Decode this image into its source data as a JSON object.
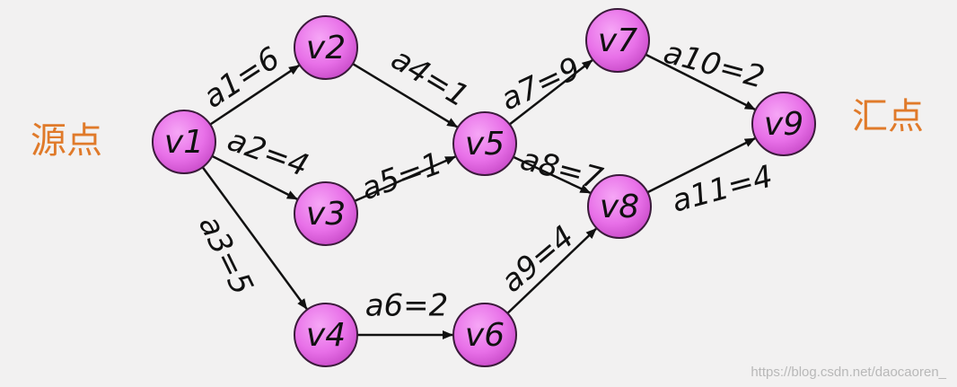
{
  "source_label": "源点",
  "sink_label": "汇点",
  "watermark": "https://blog.csdn.net/daocaoren_",
  "colors": {
    "node_fill": "#e870e8",
    "node_stroke": "#3a1a3a",
    "edge": "#111111",
    "side_label": "#e07a2a",
    "background": "#f2f1f1"
  },
  "nodes": [
    {
      "id": "v1",
      "label": "v1"
    },
    {
      "id": "v2",
      "label": "v2"
    },
    {
      "id": "v3",
      "label": "v3"
    },
    {
      "id": "v4",
      "label": "v4"
    },
    {
      "id": "v5",
      "label": "v5"
    },
    {
      "id": "v6",
      "label": "v6"
    },
    {
      "id": "v7",
      "label": "v7"
    },
    {
      "id": "v8",
      "label": "v8"
    },
    {
      "id": "v9",
      "label": "v9"
    }
  ],
  "edges": [
    {
      "from": "v1",
      "to": "v2",
      "label": "a1=6"
    },
    {
      "from": "v1",
      "to": "v3",
      "label": "a2=4"
    },
    {
      "from": "v1",
      "to": "v4",
      "label": "a3=5"
    },
    {
      "from": "v2",
      "to": "v5",
      "label": "a4=1"
    },
    {
      "from": "v3",
      "to": "v5",
      "label": "a5=1"
    },
    {
      "from": "v4",
      "to": "v6",
      "label": "a6=2"
    },
    {
      "from": "v5",
      "to": "v7",
      "label": "a7=9"
    },
    {
      "from": "v5",
      "to": "v8",
      "label": "a8=7"
    },
    {
      "from": "v6",
      "to": "v8",
      "label": "a9=4"
    },
    {
      "from": "v7",
      "to": "v9",
      "label": "a10=2"
    },
    {
      "from": "v8",
      "to": "v9",
      "label": "a11=4"
    }
  ]
}
